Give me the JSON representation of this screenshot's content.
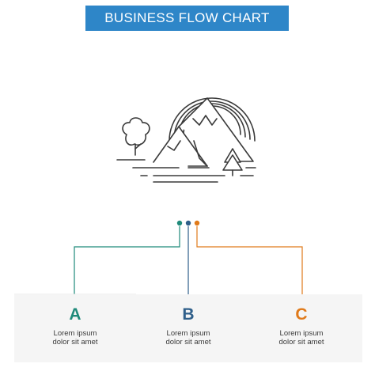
{
  "title": "BUSINESS FLOW CHART",
  "colors": {
    "banner": "#2e86c8",
    "line_outline": "#3a3a3a",
    "a": "#1f8a7a",
    "b": "#2f5f8a",
    "c": "#e07a1a"
  },
  "icon": "mountain-sun-tree-icon",
  "steps": [
    {
      "letter": "A",
      "line1": "Lorem ipsum",
      "line2": "dolor sit amet"
    },
    {
      "letter": "B",
      "line1": "Lorem ipsum",
      "line2": "dolor sit amet"
    },
    {
      "letter": "C",
      "line1": "Lorem ipsum",
      "line2": "dolor sit amet"
    }
  ]
}
